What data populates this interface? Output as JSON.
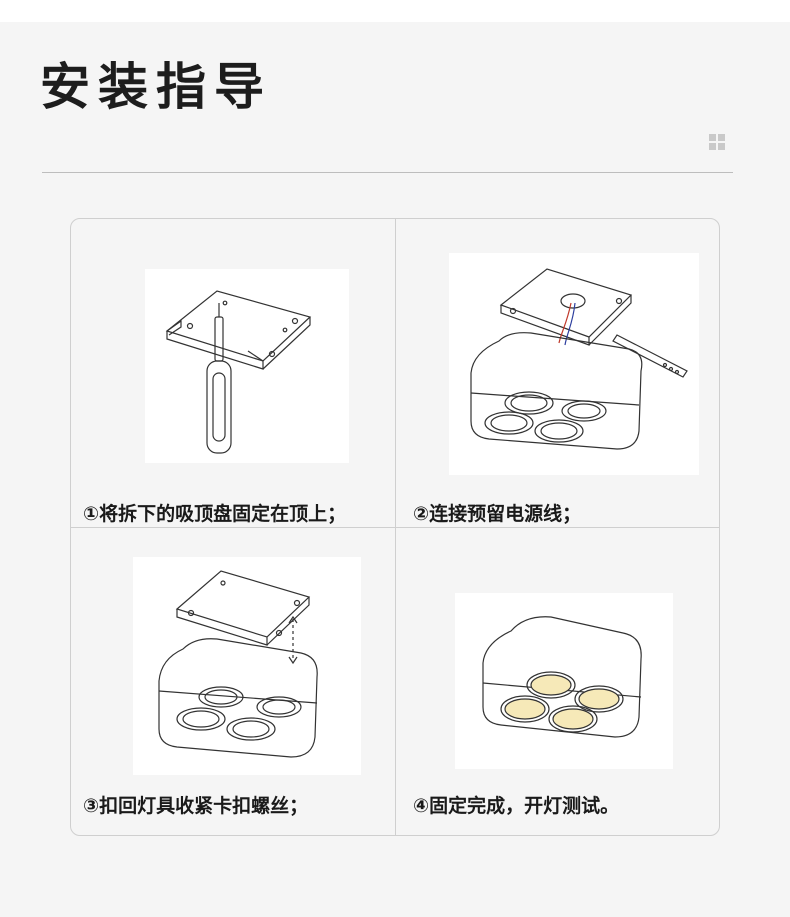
{
  "header": {
    "title": "安装指导"
  },
  "steps": [
    {
      "caption": "①将拆下的吸顶盘固定在顶上；",
      "illustration": "screwdriver-bracket"
    },
    {
      "caption": "②连接预留电源线；",
      "illustration": "wiring-fixture"
    },
    {
      "caption": "③扣回灯具收紧卡扣螺丝；",
      "illustration": "attach-fixture"
    },
    {
      "caption": "④固定完成，开灯测试。",
      "illustration": "finished-fixture"
    }
  ],
  "colors": {
    "background": "#f5f5f5",
    "line": "#cfcfcf",
    "text": "#1a1a1a",
    "lamp_glow": "#f6e9b8"
  }
}
